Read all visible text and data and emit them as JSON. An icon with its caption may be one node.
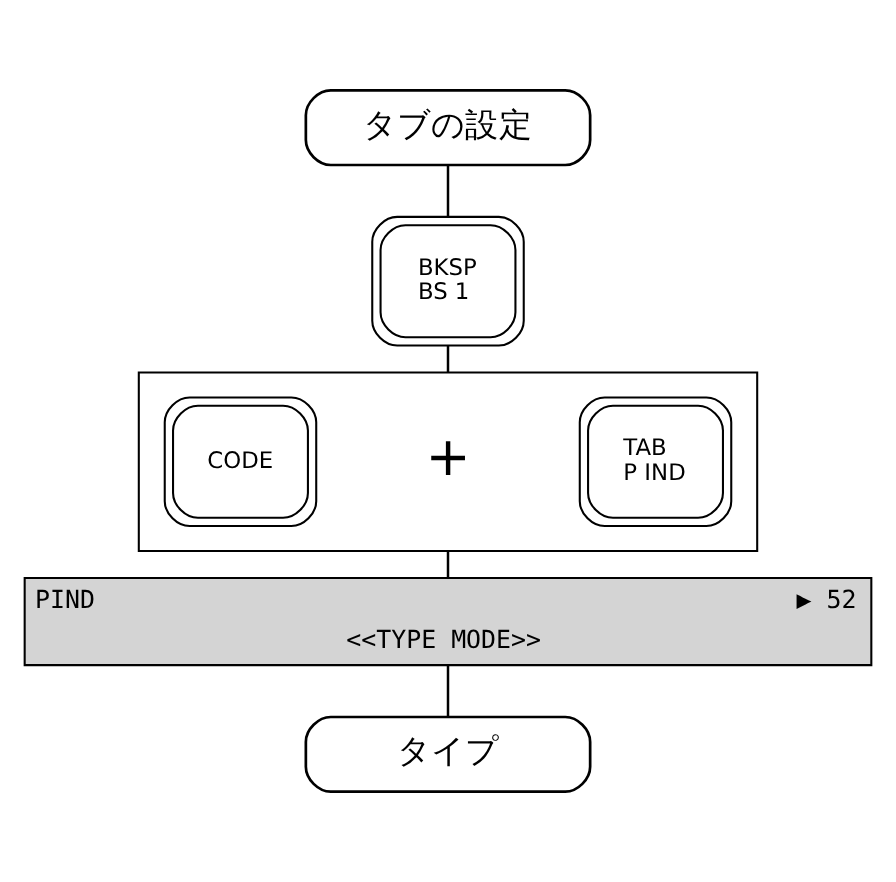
{
  "diagram": {
    "nodes": [
      {
        "text": [
          "タブの設定"
        ]
      },
      {
        "text": [
          "BKSP",
          "BS 1"
        ]
      },
      {
        "text": [],
        "shape": "box"
      },
      {
        "text": [
          "CODE"
        ],
        "in": 2
      },
      {
        "text": [
          "TAB",
          "P IND"
        ],
        "in": 2
      },
      {
        "text": [
          "PIND",
          "▶ 52",
          "<<TYPE MODE>>"
        ]
      },
      {
        "text": [
          "タイプ"
        ]
      }
    ],
    "edges": [
      {
        "from": 0,
        "to": 1,
        "arrow": "none"
      },
      {
        "from": 1,
        "to": 2,
        "arrow": "none"
      },
      {
        "from": 2,
        "to": 5,
        "arrow": "none"
      },
      {
        "from": 5,
        "to": 6,
        "arrow": "none"
      }
    ],
    "labels": [
      "+"
    ]
  }
}
